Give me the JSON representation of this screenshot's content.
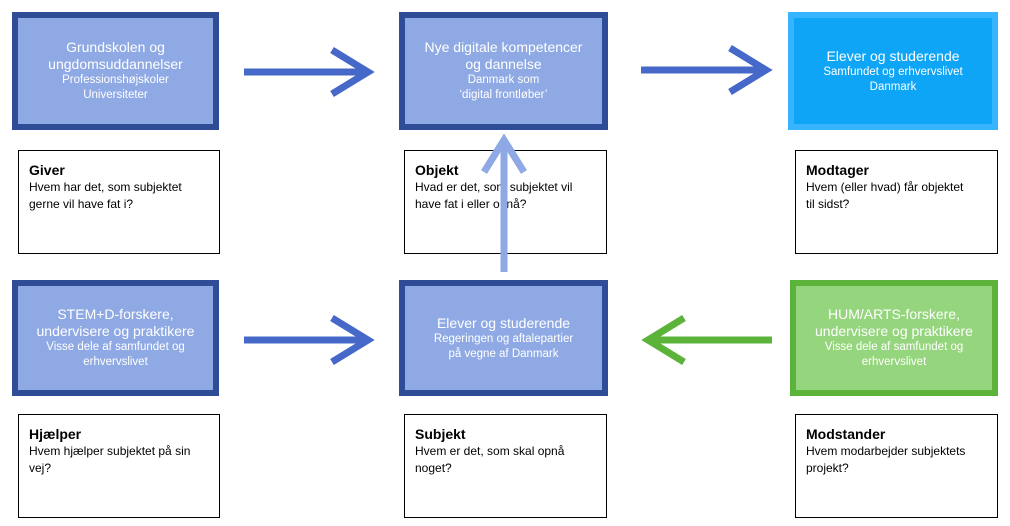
{
  "top_row": {
    "giver_box": {
      "main": [
        "Grundskolen og",
        "ungdomsuddannelser"
      ],
      "sub": [
        "Professionshøjskoler",
        "Universiteter"
      ]
    },
    "objekt_box": {
      "main": [
        "Nye digitale kompetencer",
        "og dannelse"
      ],
      "sub": [
        "Danmark som",
        "‘digital frontløber’"
      ]
    },
    "modtager_box": {
      "main": [
        "Elever og studerende"
      ],
      "sub": [
        "Samfundet  og erhvervslivet",
        "Danmark"
      ]
    }
  },
  "bottom_row": {
    "hjaelper_box": {
      "main": [
        "STEM+D-forskere,",
        "undervisere og praktikere"
      ],
      "sub": [
        "Visse dele af samfundet og",
        "erhvervslivet"
      ]
    },
    "subjekt_box": {
      "main": [
        "Elever og studerende"
      ],
      "sub": [
        "Regeringen og aftalepartier",
        "på vegne af Danmark"
      ]
    },
    "modstander_box": {
      "main": [
        "HUM/ARTS-forskere,",
        "undervisere og praktikere"
      ],
      "sub": [
        "Visse dele af samfundet og",
        "erhvervslivet"
      ]
    }
  },
  "cards": {
    "giver": {
      "title": "Giver",
      "desc": [
        "Hvem har det, som subjektet",
        "gerne vil have fat i?"
      ]
    },
    "objekt": {
      "title": "Objekt",
      "desc": [
        "Hvad er det, som subjektet vil",
        "have fat i eller opnå?"
      ]
    },
    "modtager": {
      "title": "Modtager",
      "desc": [
        "Hvem (eller hvad) får objektet",
        "til sidst?"
      ]
    },
    "hjaelper": {
      "title": "Hjælper",
      "desc": [
        "Hvem hjælper subjektet på sin",
        "vej?"
      ]
    },
    "subjekt": {
      "title": "Subjekt",
      "desc": [
        "Hvem er det, som skal opnå",
        "noget?"
      ]
    },
    "modstander": {
      "title": "Modstander",
      "desc": [
        "Hvem modarbejder subjektets",
        "projekt?"
      ]
    }
  },
  "colors": {
    "box_fill": "#8ea9e3",
    "box_border": "#2f4d96",
    "receiver_fill": "#0ea5f7",
    "receiver_border": "#37b4ff",
    "opponent_fill": "#95d57d",
    "opponent_border": "#5bb33a",
    "arrow_blue": "#4668c9",
    "arrow_light_blue": "#8ea9e3",
    "arrow_green": "#5bb33a"
  }
}
